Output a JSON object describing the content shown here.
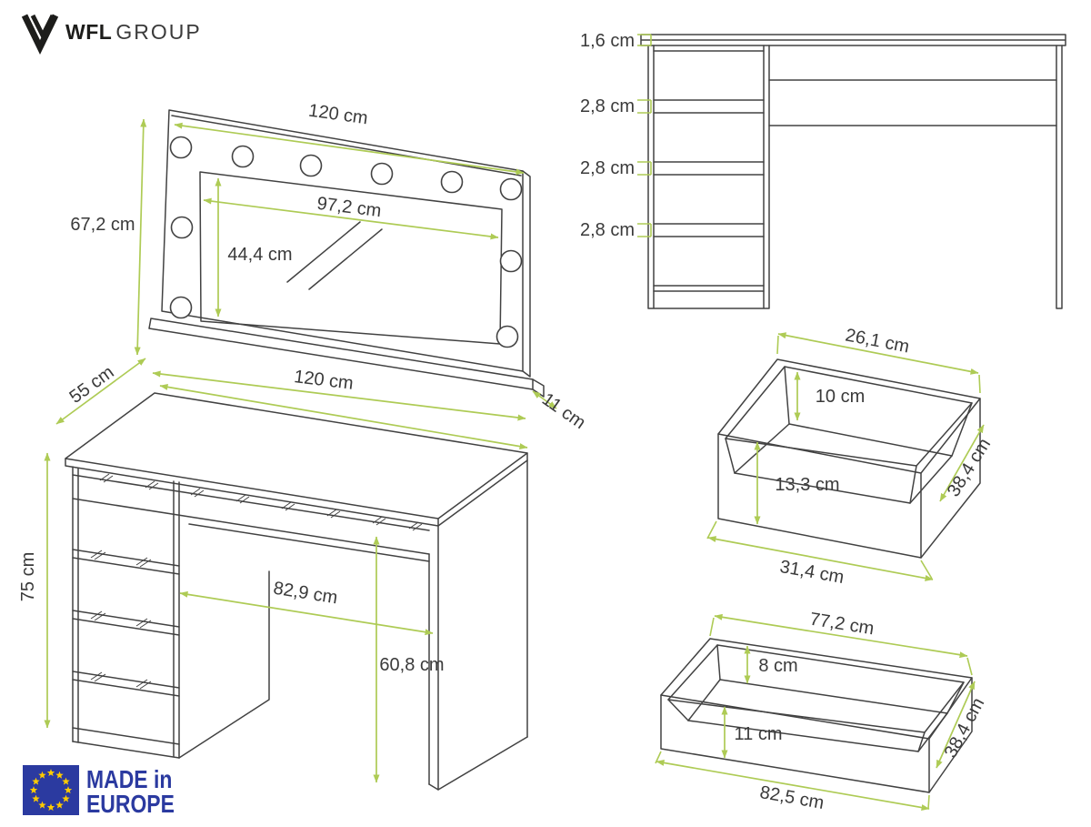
{
  "brand": {
    "name_bold": "WFL",
    "name_light": "GROUP"
  },
  "mirror_view": {
    "description": "hollywood mirror with light bulbs, front perspective",
    "lights_count": 10,
    "width_label": "120 cm",
    "height_label": "67,2 cm",
    "glass_width_label": "97,2 cm",
    "glass_height_label": "44,4 cm",
    "base_depth_label": "11 cm"
  },
  "desk_view": {
    "description": "dressing table perspective view with 4 drawers and knee hole",
    "width_label": "120 cm",
    "depth_label": "55 cm",
    "height_label": "75 cm",
    "knee_width_label": "82,9 cm",
    "knee_height_label": "60,8 cm"
  },
  "front_view": {
    "description": "desk front elevation with drawer gap spacing",
    "top_thickness_label": "1,6 cm",
    "gap_labels": [
      "2,8 cm",
      "2,8 cm",
      "2,8 cm"
    ]
  },
  "small_drawer_view": {
    "description": "small drawer box, open top",
    "inner_width_label": "26,1 cm",
    "inner_depth_label": "10 cm",
    "front_height_label": "13,3 cm",
    "side_depth_label": "38,4 cm",
    "outer_width_label": "31,4 cm"
  },
  "large_drawer_view": {
    "description": "wide drawer box, open top",
    "inner_width_label": "77,2 cm",
    "inner_depth_label": "8 cm",
    "front_height_label": "11 cm",
    "side_depth_label": "38,4 cm",
    "outer_width_label": "82,5 cm"
  },
  "made_in_badge": {
    "line1": "MADE in",
    "line2": "EUROPE"
  },
  "colors": {
    "dimension_green": "#aecb55",
    "drawing_line": "#424242",
    "label_text": "#3a3a3a",
    "eu_blue": "#2b3aa0",
    "star_yellow": "#ffcc00",
    "brand_black": "#1d1d1b"
  }
}
